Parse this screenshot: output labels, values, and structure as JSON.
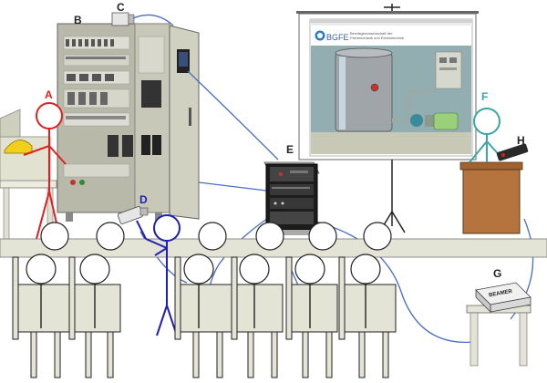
{
  "labels": {
    "a": "A",
    "b": "B",
    "c": "C",
    "d": "D",
    "e": "E",
    "f": "F",
    "g": "G",
    "h": "H"
  },
  "screen": {
    "logo": "BGFE",
    "subtitle_line1": "Berufsgenossenschaft der",
    "subtitle_line2": "Feinmechanik und Elektrotechnik"
  },
  "projector_label": "BEAMER",
  "colors": {
    "a_person": "#e02020",
    "d_person": "#1f1fb0",
    "f_person": "#3aa6a6",
    "cable": "#4a6ec0",
    "audience_fill": "#e4e4d6",
    "desk_fill": "#e4e4d6",
    "lectern": "#b5743e",
    "cabinet": "#bdbdae"
  }
}
